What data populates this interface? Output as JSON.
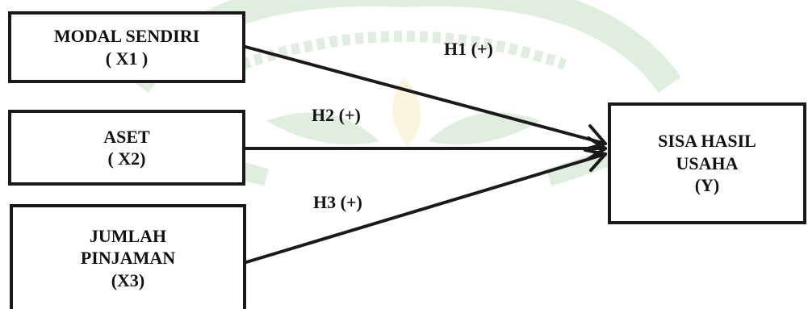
{
  "diagram": {
    "independent_variables": [
      {
        "id": "x1",
        "lines": [
          "MODAL SENDIRI",
          "( X1 )"
        ]
      },
      {
        "id": "x2",
        "lines": [
          "ASET",
          "( X2)"
        ]
      },
      {
        "id": "x3",
        "lines": [
          "JUMLAH",
          "PINJAMAN",
          "(X3)"
        ]
      }
    ],
    "dependent_variable": {
      "id": "y",
      "lines": [
        "SISA HASIL",
        "USAHA",
        "(Y)"
      ]
    },
    "hypotheses": [
      {
        "label": "H1 (+)",
        "from": "x1",
        "to": "y"
      },
      {
        "label": "H2 (+)",
        "from": "x2",
        "to": "y"
      },
      {
        "label": "H3 (+)",
        "from": "x3",
        "to": "y"
      }
    ]
  },
  "colors": {
    "line": "#1a1a1a",
    "text": "#111111",
    "watermark_green": "#3f9a3a",
    "watermark_yellow": "#e8c33a"
  }
}
